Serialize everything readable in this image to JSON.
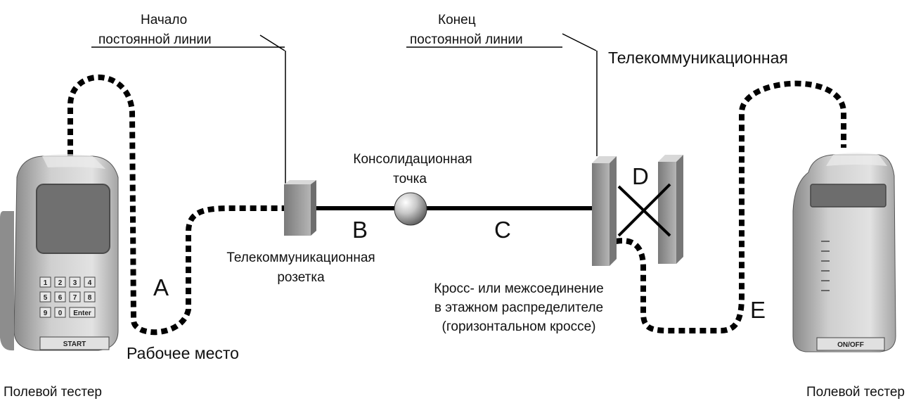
{
  "labels": {
    "permanent_link_start": [
      "Начало",
      "постоянной линии"
    ],
    "permanent_link_end": [
      "Конец",
      "постоянной линии"
    ],
    "telecom_top": "Телекоммуникационная",
    "consolidation_point": [
      "Консолидационная",
      "точка"
    ],
    "telecom_outlet": [
      "Телекоммуникационная",
      "розетка"
    ],
    "cross_connect": [
      "Кросс- или межсоединение",
      "в этажном распределителе",
      "(горизонтальном кроссе)"
    ],
    "work_area": "Рабочее место",
    "field_tester_left": "Полевой тестер",
    "field_tester_right": "Полевой тестер",
    "segment_a": "A",
    "segment_b": "B",
    "segment_c": "C",
    "segment_d": "D",
    "segment_e": "E"
  },
  "left_tester": {
    "keys_row1": [
      "1",
      "2",
      "3",
      "4"
    ],
    "keys_row2": [
      "5",
      "6",
      "7",
      "8"
    ],
    "keys_row3": [
      "9",
      "0",
      "Enter"
    ],
    "start_button": "START"
  },
  "right_tester": {
    "onoff_button": "ON/OFF"
  }
}
